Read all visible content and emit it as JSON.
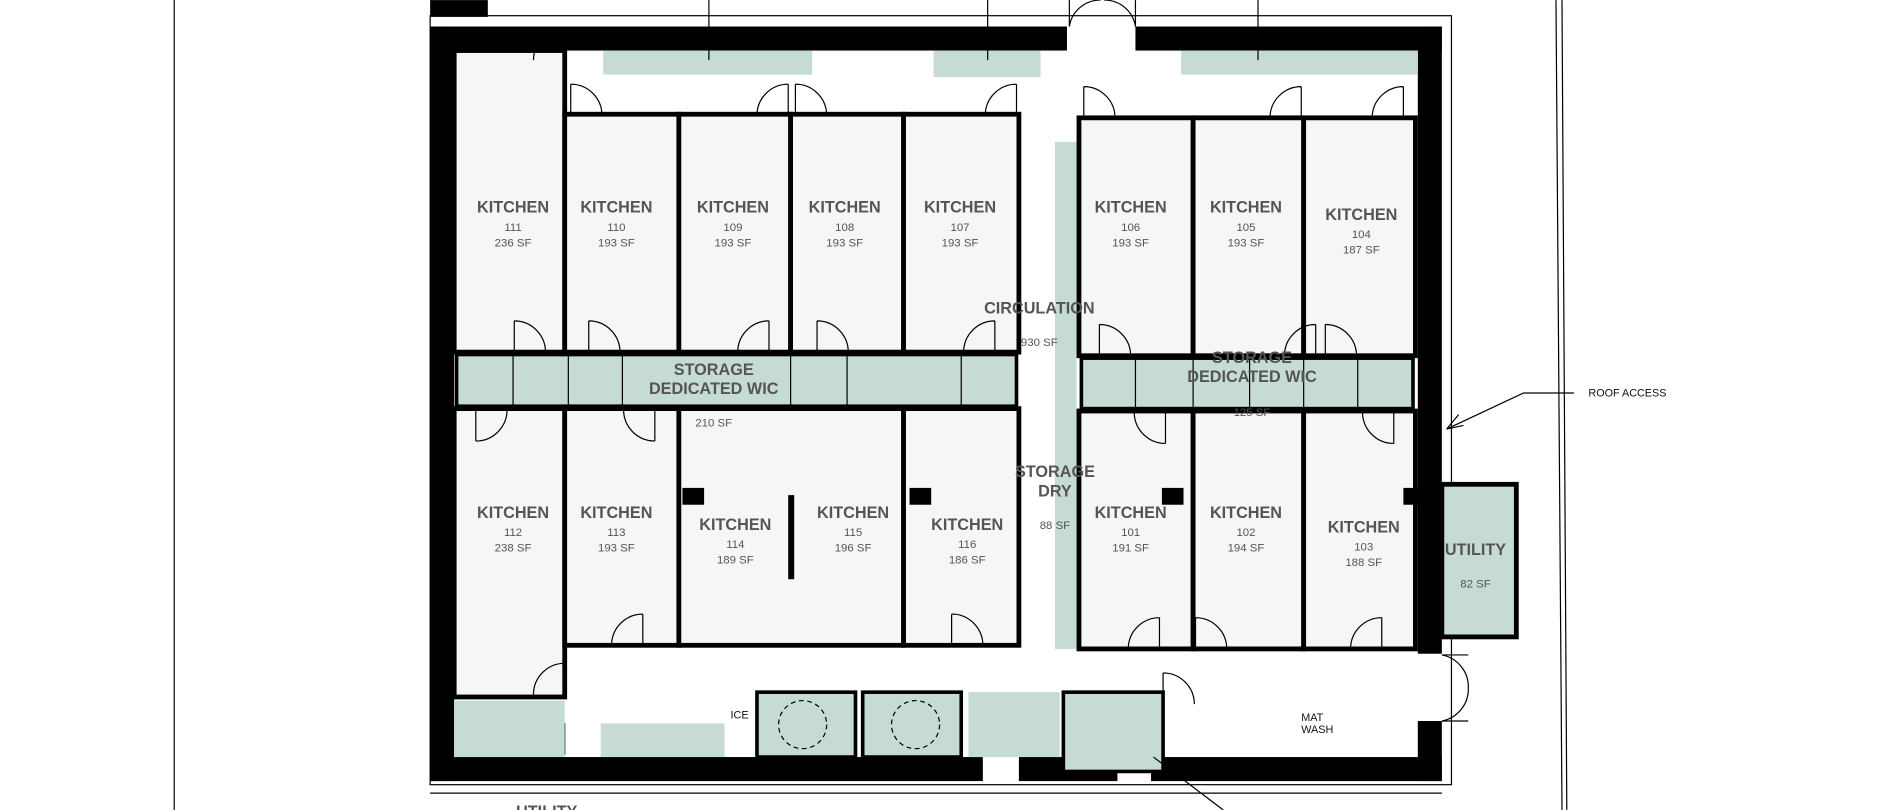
{
  "plan": {
    "kitchens": [
      {
        "name": "KITCHEN",
        "number": "111",
        "area": "236 SF"
      },
      {
        "name": "KITCHEN",
        "number": "110",
        "area": "193 SF"
      },
      {
        "name": "KITCHEN",
        "number": "109",
        "area": "193 SF"
      },
      {
        "name": "KITCHEN",
        "number": "108",
        "area": "193 SF"
      },
      {
        "name": "KITCHEN",
        "number": "107",
        "area": "193 SF"
      },
      {
        "name": "KITCHEN",
        "number": "106",
        "area": "193 SF"
      },
      {
        "name": "KITCHEN",
        "number": "105",
        "area": "193 SF"
      },
      {
        "name": "KITCHEN",
        "number": "104",
        "area": "187 SF"
      },
      {
        "name": "KITCHEN",
        "number": "112",
        "area": "238 SF"
      },
      {
        "name": "KITCHEN",
        "number": "113",
        "area": "193 SF"
      },
      {
        "name": "KITCHEN",
        "number": "114",
        "area": "189 SF"
      },
      {
        "name": "KITCHEN",
        "number": "115",
        "area": "196 SF"
      },
      {
        "name": "KITCHEN",
        "number": "116",
        "area": "186 SF"
      },
      {
        "name": "KITCHEN",
        "number": "101",
        "area": "191 SF"
      },
      {
        "name": "KITCHEN",
        "number": "102",
        "area": "194 SF"
      },
      {
        "name": "KITCHEN",
        "number": "103",
        "area": "188 SF"
      }
    ],
    "circulation": {
      "name": "CIRCULATION",
      "area": "930 SF"
    },
    "storage_left": {
      "line1": "STORAGE",
      "line2": "DEDICATED WIC",
      "area": "210 SF"
    },
    "storage_right": {
      "line1": "STORAGE",
      "line2": "DEDICATED WIC",
      "area": "125 SF"
    },
    "storage_dry": {
      "line1": "STORAGE",
      "line2": "DRY",
      "area": "88 SF"
    },
    "utility_right": {
      "name": "UTILITY",
      "area": "82 SF"
    },
    "utility_bottom": {
      "name": "UTILITY"
    },
    "ice": "ICE",
    "mat_wash": {
      "line1": "MAT",
      "line2": "WASH"
    },
    "roof_access": "ROOF ACCESS",
    "colors": {
      "room_fill": "#f5f6f7",
      "storage_green": "#c5dbd3",
      "wall": "#000000"
    }
  }
}
